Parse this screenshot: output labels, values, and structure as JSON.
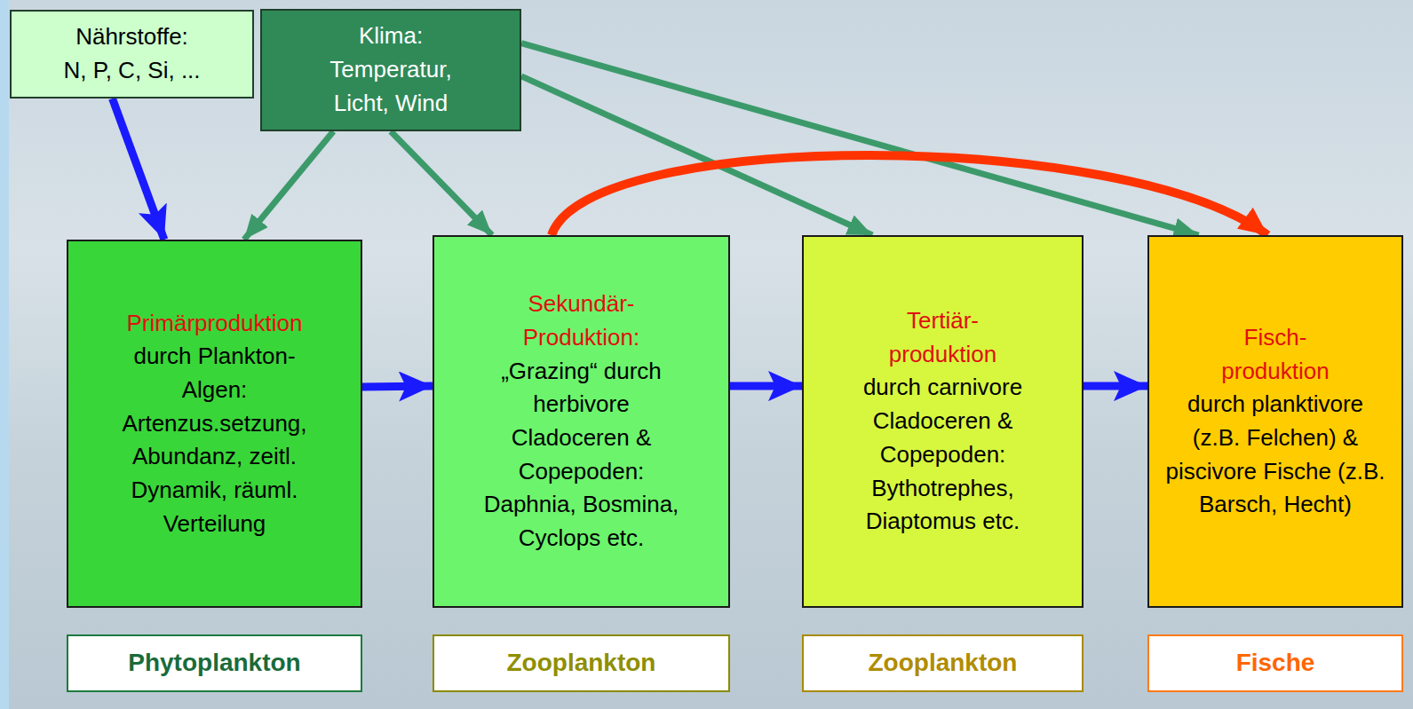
{
  "diagram": {
    "nodes": [
      {
        "text": [
          "Nährstoffe:",
          "N, P, C, Si, ..."
        ]
      },
      {
        "text": [
          "Klima:",
          "Temperatur, Licht, Wind"
        ]
      },
      {
        "text": [
          "Primärproduktion",
          "durch Plankton-Algen: Artenzus.setzung, Abundanz, zeitl. Dynamik, räuml. Verteilung"
        ]
      },
      {
        "text": [
          "Sekundär- Produktion:",
          "„Grazing“ durch herbivore Cladoceren & Copepoden: Daphnia, Bosmina, Cyclops etc."
        ]
      },
      {
        "text": [
          "Tertiär- produktion",
          "durch carnivore Cladoceren & Copepoden: Bythotrephes, Diaptomus etc."
        ]
      },
      {
        "text": [
          "Fisch- produktion",
          "durch planktivore (z.B. Felchen) & piscivore Fische (z.B. Barsch, Hecht)"
        ]
      },
      {
        "text": [
          "Phytoplankton"
        ]
      },
      {
        "text": [
          "Zooplankton"
        ]
      },
      {
        "text": [
          "Zooplankton"
        ]
      },
      {
        "text": [
          "Fische"
        ]
      }
    ],
    "edges": [
      {
        "from": 0,
        "to": 2,
        "arrow": "to"
      },
      {
        "from": 1,
        "to": 2,
        "arrow": "to"
      },
      {
        "from": 1,
        "to": 3,
        "arrow": "to"
      },
      {
        "from": 1,
        "to": 4,
        "arrow": "to"
      },
      {
        "from": 1,
        "to": 5,
        "arrow": "to"
      },
      {
        "from": 2,
        "to": 3,
        "arrow": "to"
      },
      {
        "from": 3,
        "to": 4,
        "arrow": "to"
      },
      {
        "from": 4,
        "to": 5,
        "arrow": "to"
      },
      {
        "from": 3,
        "to": 5,
        "arrow": "to"
      }
    ]
  }
}
